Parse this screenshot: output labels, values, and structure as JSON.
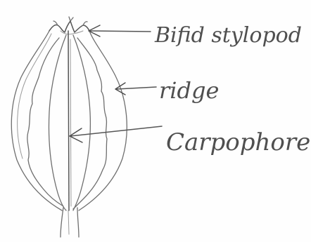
{
  "diagram": {
    "labels": {
      "stylopod": "Bifid stylopod",
      "ridge": "ridge",
      "carpophore": "Carpophore"
    },
    "colors": {
      "paper": "#fefefe",
      "pencil": "#6f6f6f",
      "text": "#4f4f4f"
    }
  }
}
